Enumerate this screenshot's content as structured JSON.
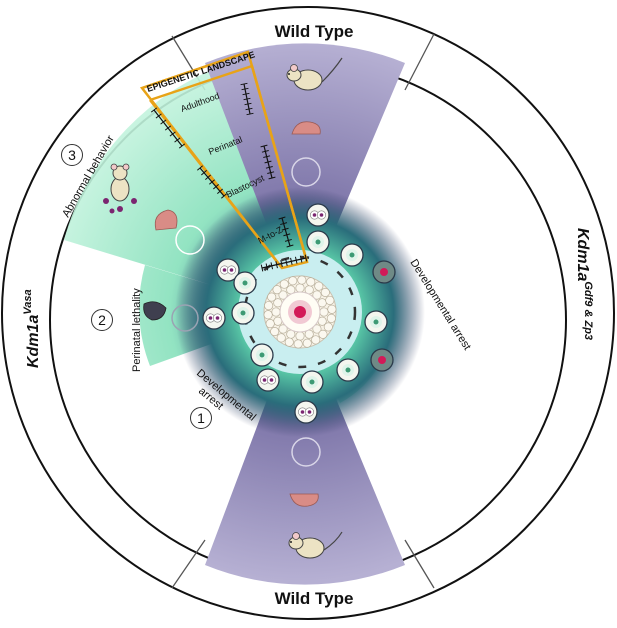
{
  "labels": {
    "top_title": "Wild Type",
    "bottom_title": "Wild Type",
    "left_title_main": "Kdm1a",
    "left_title_sup": "Vasa",
    "right_title_main": "Kdm1a",
    "right_title_sup": "Gdf9 & Zp3",
    "epigenetic_landscape": "EPIGENETIC LANDSCAPE",
    "adulthood": "Adulthood",
    "perinatal": "Perinatal",
    "blastocyst": "Blastocyst",
    "m_to_z": "M-to-Z",
    "abnormal_behavior": "Abnormal behavior",
    "perinatal_lethality": "Perinatal lethality",
    "developmental_arrest_right": "Developmental arrest",
    "developmental_arrest_left_line1": "Developmental",
    "developmental_arrest_left_line2": "arrest"
  },
  "markers": {
    "one": "1",
    "two": "2",
    "three": "3"
  },
  "colors": {
    "wild_type_sector": "#a49cc4",
    "mutant_green": "#9fe8c6",
    "mint_light": "#d2f6e5",
    "center_dark": "#27305a",
    "epigenetic_box": "#e8a318",
    "embryo_pink": "#d98c86",
    "mouse_beige": "#ece3c4"
  },
  "icons": {
    "mouse": "mouse-icon",
    "pup": "pup-icon",
    "oocyte": "oocyte-icon",
    "embryo": "embryo-icon",
    "blastocyst": "blastocyst-icon"
  }
}
